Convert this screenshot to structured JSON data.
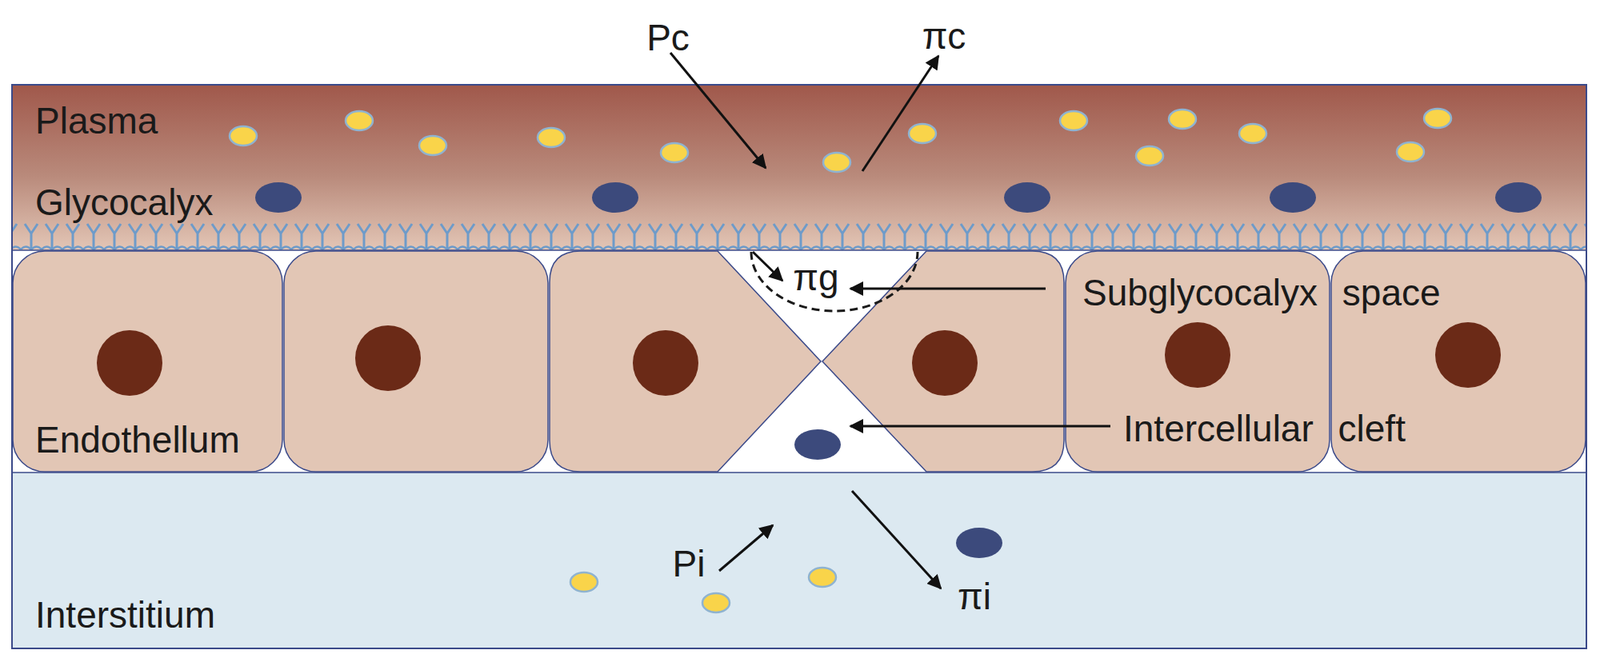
{
  "diagram": {
    "nodes": [
      {
        "text": [
          "Plasma",
          "Glycocalyx"
        ]
      },
      {
        "text": [
          "Endothellum"
        ]
      },
      {
        "text": [
          "Interstitium"
        ]
      }
    ],
    "labels": [
      "Pc",
      "πc",
      "πg",
      "Subglycocalyx space",
      "Intercellular cleft",
      "Pi",
      "πi"
    ]
  }
}
